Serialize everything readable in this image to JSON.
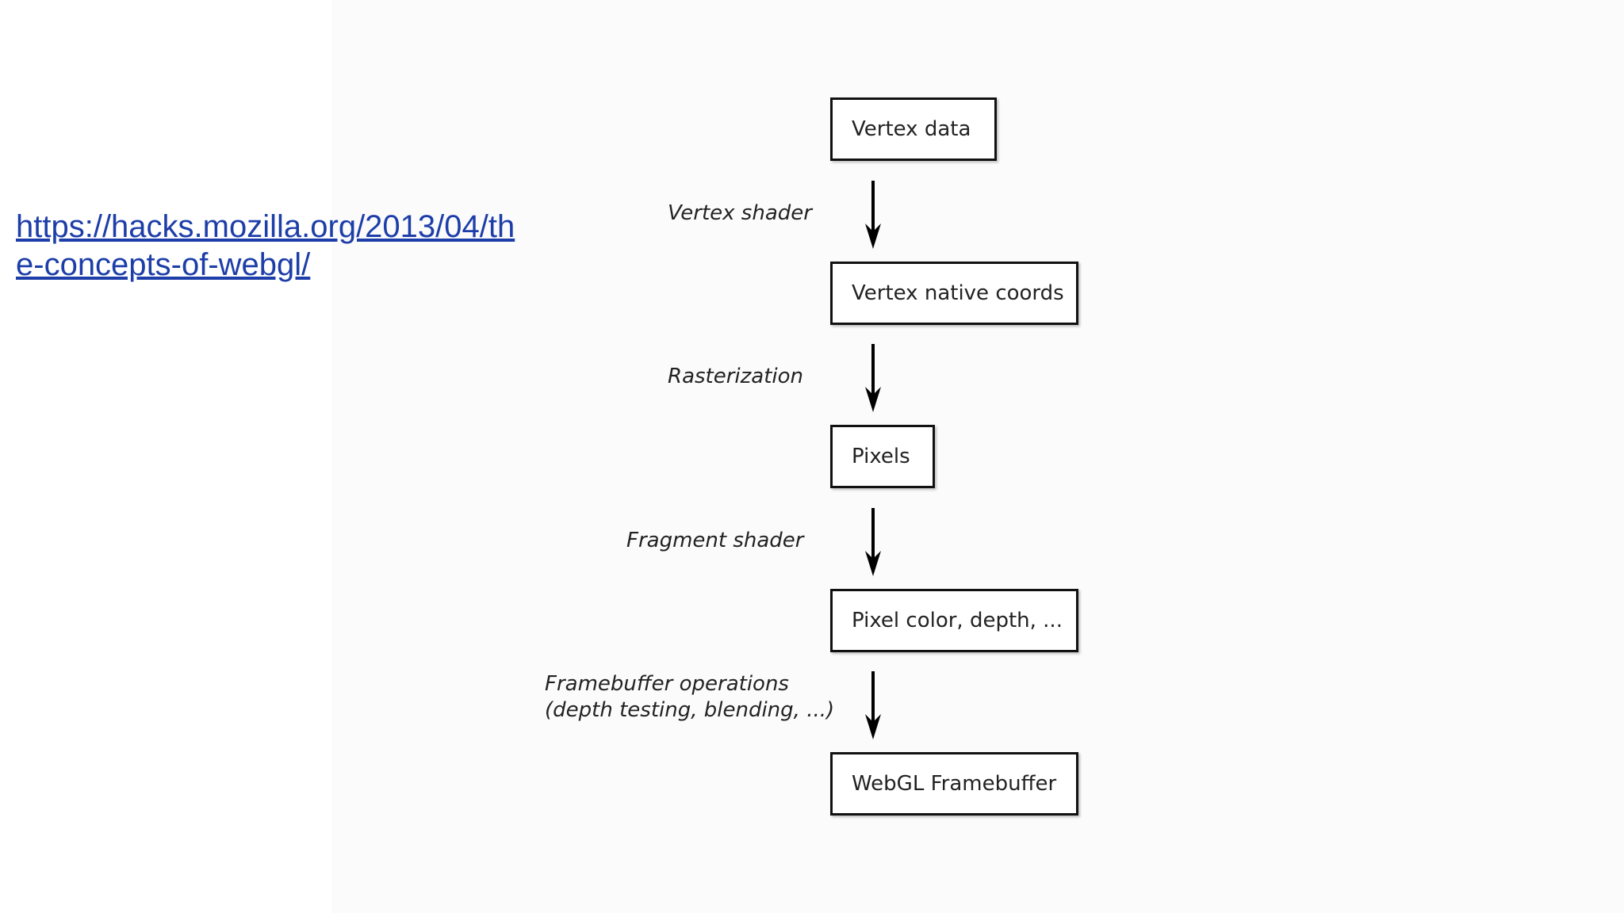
{
  "link": {
    "url_line1": "https://hacks.mozilla.org/2013/04/th",
    "url_line2": "e-concepts-of-webgl/"
  },
  "diagram": {
    "stages": [
      "Vertex data",
      "Vertex native coords",
      "Pixels",
      "Pixel color, depth, ...",
      "WebGL Framebuffer"
    ],
    "transitions": [
      {
        "label_line1": "Vertex shader",
        "label_line2": ""
      },
      {
        "label_line1": "Rasterization",
        "label_line2": ""
      },
      {
        "label_line1": "Fragment shader",
        "label_line2": ""
      },
      {
        "label_line1": "Framebuffer operations",
        "label_line2": "(depth testing, blending, ...)"
      }
    ]
  },
  "colors": {
    "link": "#1d3ea8",
    "box_border": "#111111",
    "arrow": "#000000",
    "panel_background": "#fcfbfc"
  }
}
